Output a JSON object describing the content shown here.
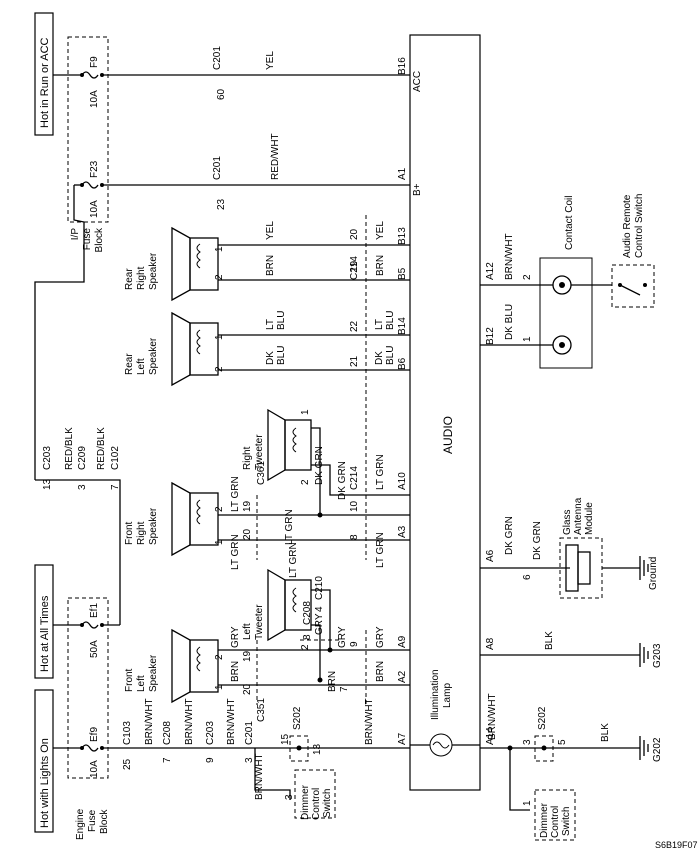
{
  "power": {
    "run_acc": "Hot in Run or ACC",
    "all_times": "Hot at All Times",
    "lights_on": "Hot with Lights On"
  },
  "blocks": {
    "ip_fuse_l1": "I/P",
    "ip_fuse_l2": "Fuse",
    "ip_fuse_l3": "Block",
    "eng_fuse_l1": "Engine",
    "eng_fuse_l2": "Fuse",
    "eng_fuse_l3": "Block"
  },
  "fuses": {
    "f9_name": "F9",
    "f9_amp": "10A",
    "f23_name": "F23",
    "f23_amp": "10A",
    "ef1_name": "Ef1",
    "ef1_amp": "50A",
    "ef9_name": "Ef9",
    "ef9_amp": "10A"
  },
  "audio": {
    "title": "AUDIO",
    "lamp_l1": "Illumination",
    "lamp_l2": "Lamp",
    "pins": {
      "b16": "B16",
      "acc": "ACC",
      "a1": "A1",
      "bplus": "B+",
      "b13": "B13",
      "b5": "B5",
      "b14": "B14",
      "b6": "B6",
      "a10": "A10",
      "a3": "A3",
      "a9": "A9",
      "a2": "A2",
      "a7": "A7",
      "a12": "A12",
      "b12": "B12",
      "a6": "A6",
      "a8": "A8",
      "a14": "A14"
    }
  },
  "wires": {
    "yel": "YEL",
    "red_wht": "RED/WHT",
    "red_blk": "RED/BLK",
    "brn": "BRN",
    "lt": "LT",
    "blu": "BLU",
    "dk": "DK",
    "lt_grn": "LT GRN",
    "dk_grn": "DK GRN",
    "gry": "GRY",
    "brn_wht": "BRN/WHT",
    "dk_blu": "DK BLU",
    "blk": "BLK"
  },
  "connectors": {
    "c201": "C201",
    "c214": "C214",
    "c203": "C203",
    "c209": "C209",
    "c102": "C102",
    "c361": "C361",
    "c210": "C210",
    "c208": "C208",
    "c351": "C351",
    "c103": "C103",
    "s202": "S202"
  },
  "pin_numbers": {
    "n60": "60",
    "n23": "23",
    "n1": "1",
    "n2": "2",
    "n20": "20",
    "n19": "19",
    "n22": "22",
    "n21": "21",
    "n13": "13",
    "n3": "3",
    "n7": "7",
    "n10": "10",
    "n8": "8",
    "n9": "9",
    "n4": "4",
    "n6": "6",
    "n15": "15",
    "n25": "25",
    "n5": "5"
  },
  "components": {
    "rr_l1": "Rear",
    "rr_l2": "Right",
    "rr_l3": "Speaker",
    "rl_l1": "Rear",
    "rl_l2": "Left",
    "rl_l3": "Speaker",
    "fr_l1": "Front",
    "fr_l2": "Right",
    "fr_l3": "Speaker",
    "fl_l1": "Front",
    "fl_l2": "Left",
    "fl_l3": "Speaker",
    "rt_l1": "Right",
    "rt_l2": "Tweeter",
    "lt_l1": "Left",
    "lt_l2": "Tweeter",
    "contact_coil": "Contact Coil",
    "arc_l1": "Audio Remote",
    "arc_l2": "Control Switch",
    "gam_l1": "Glass",
    "gam_l2": "Antenna",
    "gam_l3": "Module",
    "dim_l1": "Dimmer",
    "dim_l2": "Control",
    "dim_l3": "Switch",
    "ground": "Ground"
  },
  "grounds": {
    "g203": "G203",
    "g202": "G202"
  },
  "figure_id": "S6B19F07"
}
